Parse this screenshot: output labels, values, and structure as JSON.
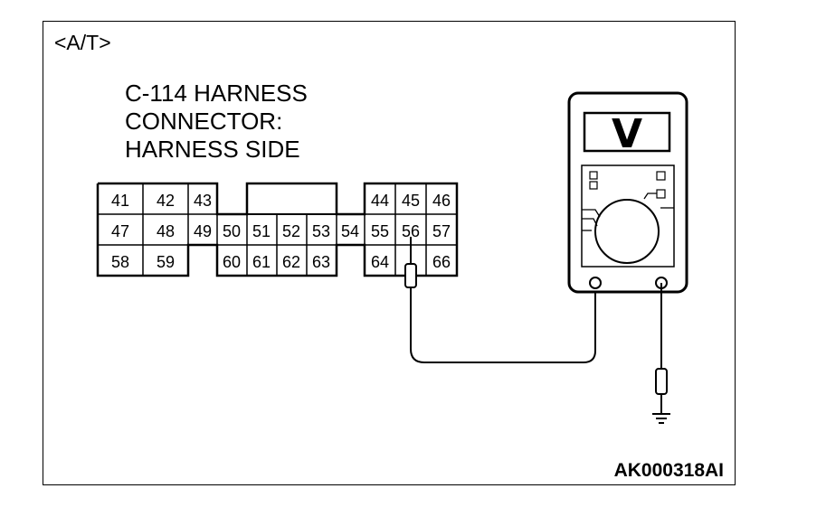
{
  "header_tag": "<A/T>",
  "connector_label": {
    "line1": "C-114 HARNESS",
    "line2": "CONNECTOR:",
    "line3": "HARNESS SIDE"
  },
  "pins": {
    "row1": [
      "41",
      "42",
      "43",
      "44",
      "45",
      "46"
    ],
    "row2": [
      "47",
      "48",
      "49",
      "50",
      "51",
      "52",
      "53",
      "54",
      "55",
      "56",
      "57"
    ],
    "row3": [
      "58",
      "59",
      "60",
      "61",
      "62",
      "63",
      "64",
      "66"
    ]
  },
  "probe_pin": "56",
  "meter_display_symbol": "V",
  "ground_symbol": "ground-icon",
  "diagram_code": "AK000318AI"
}
